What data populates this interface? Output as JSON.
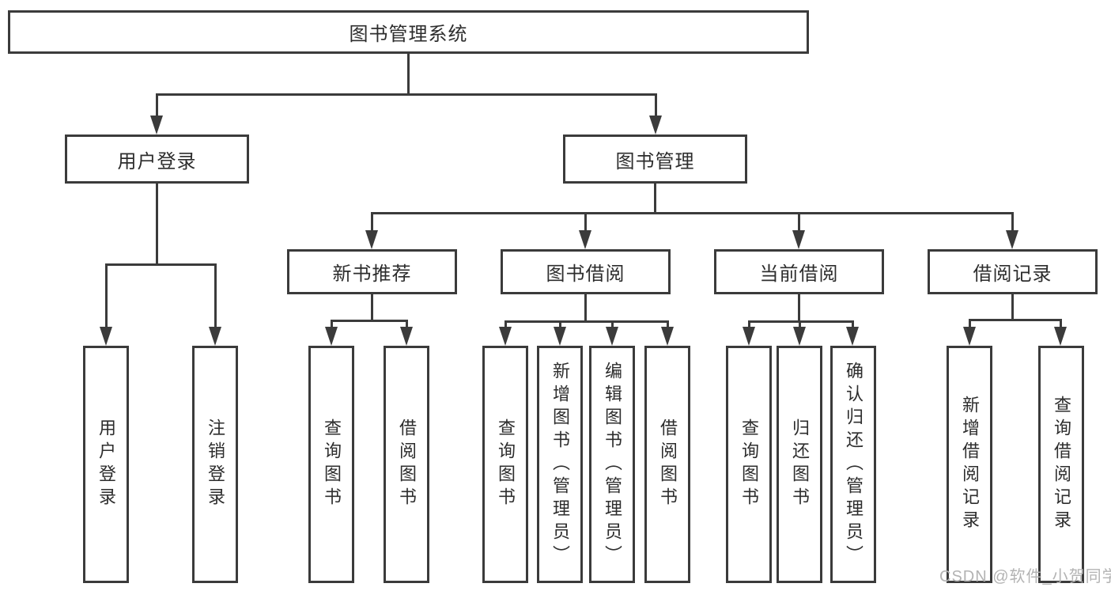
{
  "tree": {
    "root": {
      "label": "图书管理系统"
    },
    "branches": [
      {
        "label": "用户登录",
        "children": [
          {
            "label": "用户登录"
          },
          {
            "label": "注销登录"
          }
        ]
      },
      {
        "label": "图书管理",
        "children": [
          {
            "label": "新书推荐",
            "children": [
              {
                "label": "查询图书"
              },
              {
                "label": "借阅图书"
              }
            ]
          },
          {
            "label": "图书借阅",
            "children": [
              {
                "label": "查询图书"
              },
              {
                "label": "新增图书（管理员）"
              },
              {
                "label": "编辑图书（管理员）"
              },
              {
                "label": "借阅图书"
              }
            ]
          },
          {
            "label": "当前借阅",
            "children": [
              {
                "label": "查询图书"
              },
              {
                "label": "归还图书"
              },
              {
                "label": "确认归还（管理员）"
              }
            ]
          },
          {
            "label": "借阅记录",
            "children": [
              {
                "label": "新增借阅记录"
              },
              {
                "label": "查询借阅记录"
              }
            ]
          }
        ]
      }
    ]
  },
  "watermark": "CSDN @软件_小贺同学",
  "colors": {
    "line": "#3b3b3b",
    "text": "#2d2d2d",
    "watermark": "#b3b3b3",
    "background": "#ffffff"
  }
}
